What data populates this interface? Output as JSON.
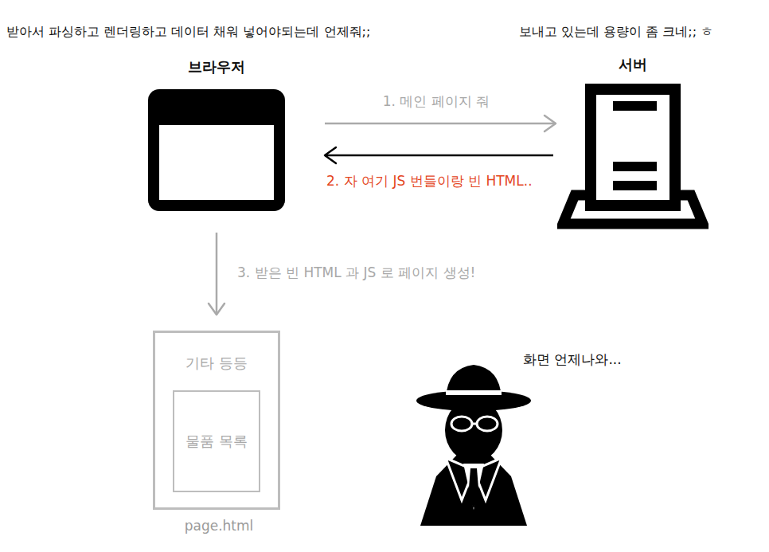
{
  "diagram": {
    "nodes": [
      {
        "text": [
          "브라우저"
        ]
      },
      {
        "text": [
          "서버"
        ]
      },
      {
        "text": [
          "기타 등등",
          "page.html"
        ]
      },
      {
        "text": [
          "물품 목록"
        ],
        "in": 2
      }
    ],
    "edges": [
      {
        "from": 0,
        "to": 1,
        "label": "1. 메인 페이지 줘",
        "arrow": "to"
      },
      {
        "from": 1,
        "to": 0,
        "label": "2. 자 여기 JS 번들이랑 빈 HTML..",
        "arrow": "to"
      },
      {
        "from": 0,
        "to": 2,
        "label": "3. 받은 빈 HTML 과 JS 로 페이지 생성!",
        "arrow": "to"
      }
    ],
    "labels": [
      "받아서 파싱하고 렌더링하고 데이터 채워 넣어야되는데 언제줘;;",
      "보내고 있는데 용량이 좀 크네;; ㅎ",
      "화면 언제나와..."
    ]
  }
}
